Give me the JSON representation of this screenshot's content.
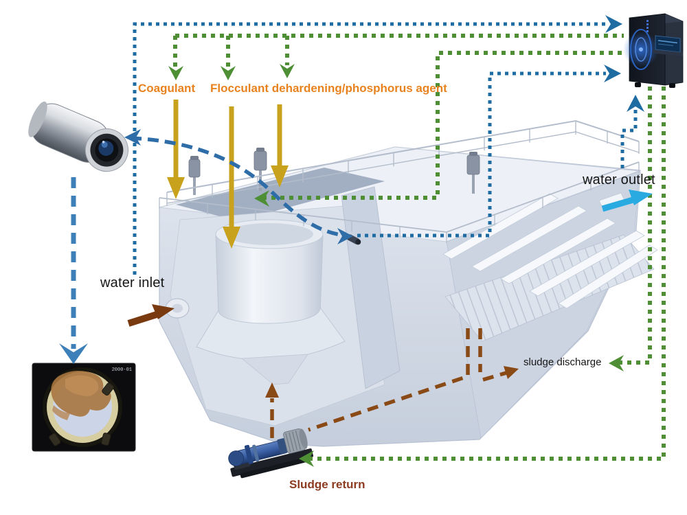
{
  "labels": {
    "coagulant": "Coagulant",
    "flocculant": "Flocculant dehardening/phosphorus agent",
    "water_inlet": "water inlet",
    "water_outlet": "water outlet",
    "sludge_discharge": "sludge discharge",
    "sludge_return": "Sludge return",
    "microscope_timestamp": "2000-01"
  },
  "colors": {
    "dosing_label_orange": "#e8821e",
    "dosing_arrow_yellow": "#c8a11d",
    "signal_green": "#4e8f35",
    "signal_blue_dotted": "#1f6ca3",
    "sample_blue_dashed": "#3d7fb8",
    "clean_water_cyan": "#29abe2",
    "inlet_arrow_brown": "#7a3a10",
    "sludge_dashed_brown": "#8a4a16",
    "sludge_return_text": "#8c3b20",
    "label_text": "#151515"
  }
}
